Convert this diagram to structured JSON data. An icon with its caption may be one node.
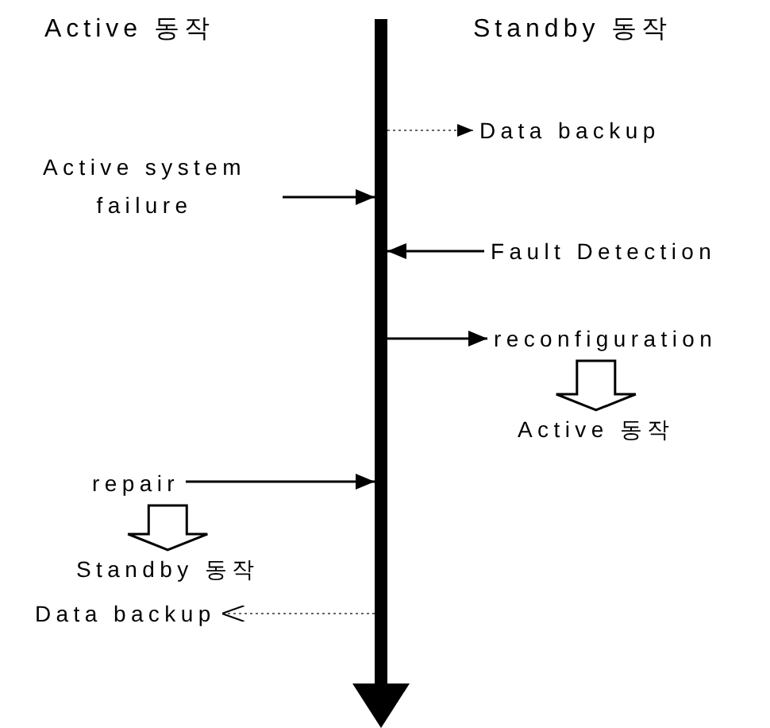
{
  "diagram": {
    "nodes": [
      {
        "text": [],
        "shape": "bar"
      },
      {
        "text": [
          "Data backup"
        ]
      },
      {
        "text": [
          "Active system failure"
        ]
      },
      {
        "text": [
          "Fault Detection"
        ]
      },
      {
        "text": [
          "reconfiguration"
        ]
      },
      {
        "text": [
          "Active 동작"
        ]
      },
      {
        "text": [
          "repair"
        ]
      },
      {
        "text": [
          "Standby 동작"
        ]
      },
      {
        "text": [
          "Data backup"
        ]
      }
    ],
    "edges": [
      {
        "from": 0,
        "to": 1,
        "arrow": "to",
        "style": "dashed",
        "color": "#666666"
      },
      {
        "from": 2,
        "to": 0,
        "arrow": "to"
      },
      {
        "from": 3,
        "to": 0,
        "arrow": "to"
      },
      {
        "from": 0,
        "to": 4,
        "arrow": "to"
      },
      {
        "from": 4,
        "to": 5,
        "arrow": "to"
      },
      {
        "from": 6,
        "to": 0,
        "arrow": "to"
      },
      {
        "from": 6,
        "to": 7,
        "arrow": "to"
      },
      {
        "from": 0,
        "to": 8,
        "arrow": "to",
        "style": "dashed",
        "color": "#666666"
      }
    ],
    "labels": [
      "Active 동작",
      "Standby 동작"
    ]
  }
}
